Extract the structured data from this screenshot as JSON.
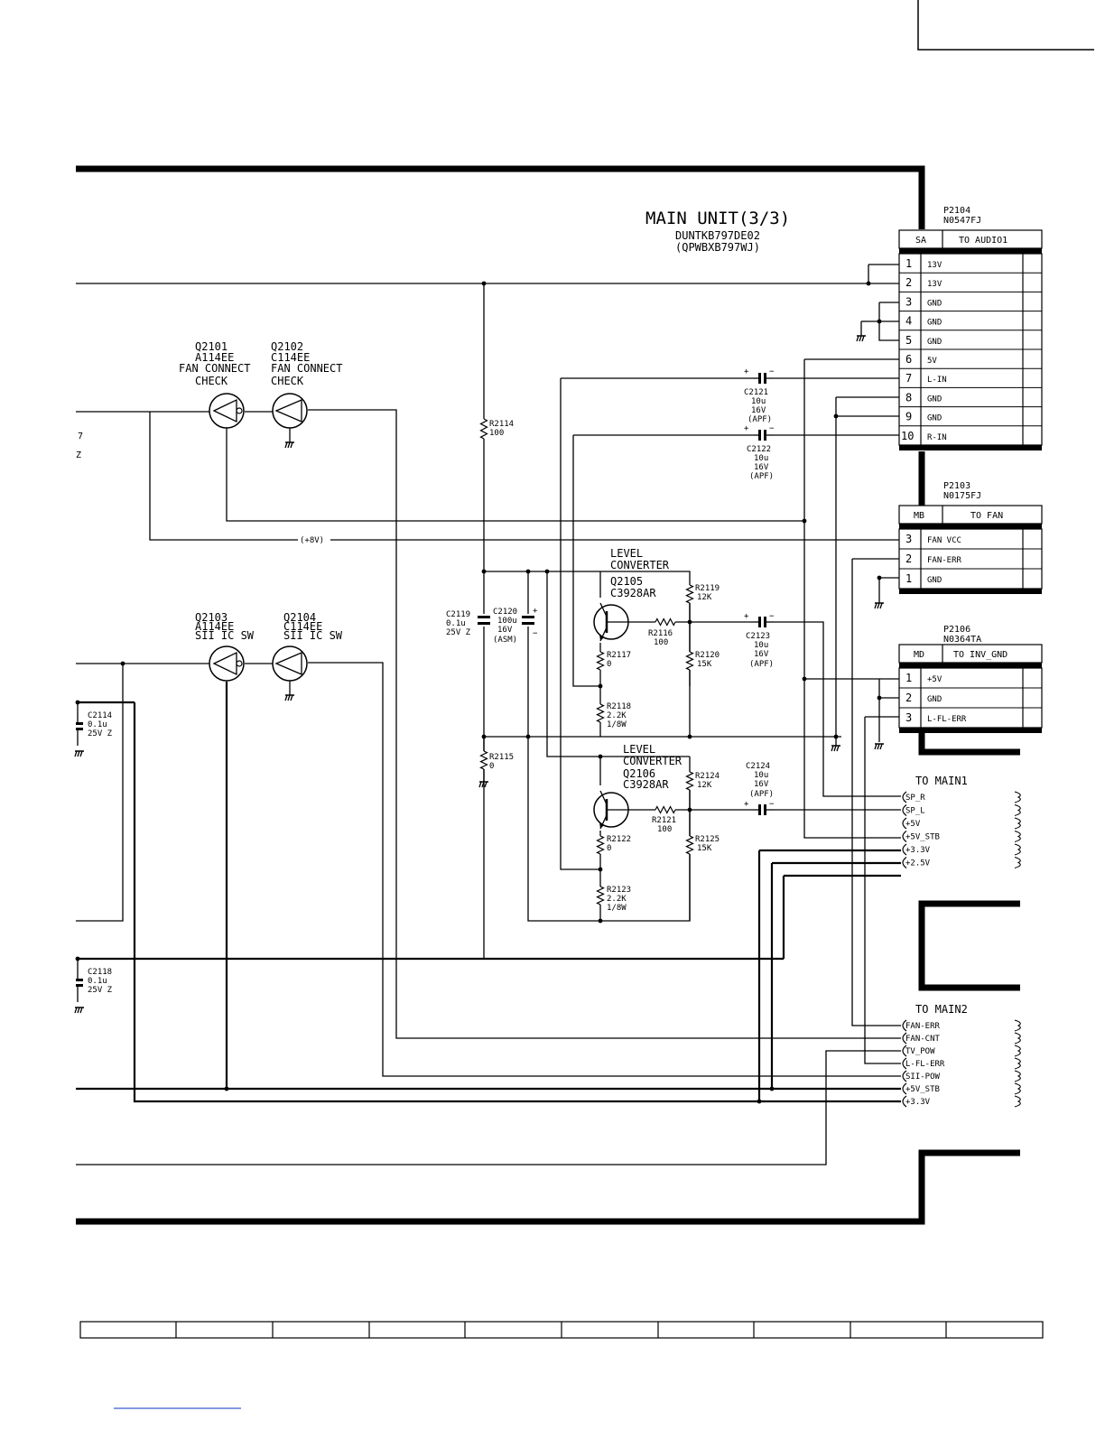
{
  "title": {
    "name": "MAIN UNIT(3/3)",
    "part": "DUNTKB797DE02",
    "board": "(QPWBXB797WJ)"
  },
  "connectors": {
    "p2104": {
      "ref": "P2104",
      "part": "N0547FJ",
      "code": "SA",
      "dest": "TO AUDIO1",
      "pins": [
        {
          "n": "1",
          "name": "13V"
        },
        {
          "n": "2",
          "name": "13V"
        },
        {
          "n": "3",
          "name": "GND"
        },
        {
          "n": "4",
          "name": "GND"
        },
        {
          "n": "5",
          "name": "GND"
        },
        {
          "n": "6",
          "name": "5V"
        },
        {
          "n": "7",
          "name": "L-IN"
        },
        {
          "n": "8",
          "name": "GND"
        },
        {
          "n": "9",
          "name": "GND"
        },
        {
          "n": "10",
          "name": "R-IN"
        }
      ]
    },
    "p2103": {
      "ref": "P2103",
      "part": "N0175FJ",
      "code": "MB",
      "dest": "TO FAN",
      "pins": [
        {
          "n": "3",
          "name": "FAN VCC"
        },
        {
          "n": "2",
          "name": "FAN-ERR"
        },
        {
          "n": "1",
          "name": "GND"
        }
      ]
    },
    "p2106": {
      "ref": "P2106",
      "part": "N0364TA",
      "code": "MD",
      "dest": "TO INV_GND",
      "pins": [
        {
          "n": "1",
          "name": "+5V"
        },
        {
          "n": "2",
          "name": "GND"
        },
        {
          "n": "3",
          "name": "L-FL-ERR"
        }
      ]
    }
  },
  "transistors": {
    "q2101": {
      "ref": "Q2101",
      "part": "A114EE",
      "f1": "FAN CONNECT",
      "f2": "CHECK"
    },
    "q2102": {
      "ref": "Q2102",
      "part": "C114EE",
      "f1": "FAN CONNECT",
      "f2": "CHECK"
    },
    "q2103": {
      "ref": "Q2103",
      "part": "A114EE",
      "f1": "SII IC SW"
    },
    "q2104": {
      "ref": "Q2104",
      "part": "C114EE",
      "f1": "SII IC SW"
    },
    "q2105": {
      "group1": "LEVEL",
      "group2": "CONVERTER",
      "ref": "Q2105",
      "part": "C3928AR"
    },
    "q2106": {
      "group1": "LEVEL",
      "group2": "CONVERTER",
      "ref": "Q2106",
      "part": "C3928AR"
    }
  },
  "capacitors": {
    "c2121": {
      "ref": "C2121",
      "v": "10u",
      "r": "16V",
      "t": "(APF)"
    },
    "c2122": {
      "ref": "C2122",
      "v": "10u",
      "r": "16V",
      "t": "(APF)"
    },
    "c2123": {
      "ref": "C2123",
      "v": "10u",
      "r": "16V",
      "t": "(APF)"
    },
    "c2124": {
      "ref": "C2124",
      "v": "10u",
      "r": "16V",
      "t": "(APF)"
    },
    "c2119": {
      "ref": "C2119",
      "v": "0.1u",
      "r": "25V Z"
    },
    "c2120": {
      "ref": "C2120",
      "v": "100u",
      "r": "16V",
      "t": "(ASM)"
    },
    "c2114": {
      "ref": "C2114",
      "v": "0.1u",
      "r": "25V Z"
    },
    "c2118": {
      "ref": "C2118",
      "v": "0.1u",
      "r": "25V Z"
    }
  },
  "resistors": {
    "r2114": {
      "ref": "R2114",
      "v": "100"
    },
    "r2115": {
      "ref": "R2115",
      "v": "0"
    },
    "r2116": {
      "ref": "R2116",
      "v": "100"
    },
    "r2117": {
      "ref": "R2117",
      "v": "0"
    },
    "r2118": {
      "ref": "R2118",
      "v": "2.2K",
      "w": "1/8W"
    },
    "r2119": {
      "ref": "R2119",
      "v": "12K"
    },
    "r2120": {
      "ref": "R2120",
      "v": "15K"
    },
    "r2121": {
      "ref": "R2121",
      "v": "100"
    },
    "r2122": {
      "ref": "R2122",
      "v": "0"
    },
    "r2123": {
      "ref": "R2123",
      "v": "2.2K",
      "w": "1/8W"
    },
    "r2124": {
      "ref": "R2124",
      "v": "12K"
    },
    "r2125": {
      "ref": "R2125",
      "v": "15K"
    }
  },
  "net_label_8v": "(+8V)",
  "edge_labels": {
    "e1": "7",
    "e2": "Z"
  },
  "main1": {
    "title": "TO MAIN1",
    "nets": [
      "SP_R",
      "SP_L",
      "+5V",
      "+5V_STB",
      "+3.3V",
      "+2.5V"
    ]
  },
  "main2": {
    "title": "TO MAIN2",
    "nets": [
      "FAN-ERR",
      "FAN-CNT",
      "TV_POW",
      "L-FL-ERR",
      "SII-POW",
      "+5V_STB",
      "+3.3V"
    ]
  }
}
